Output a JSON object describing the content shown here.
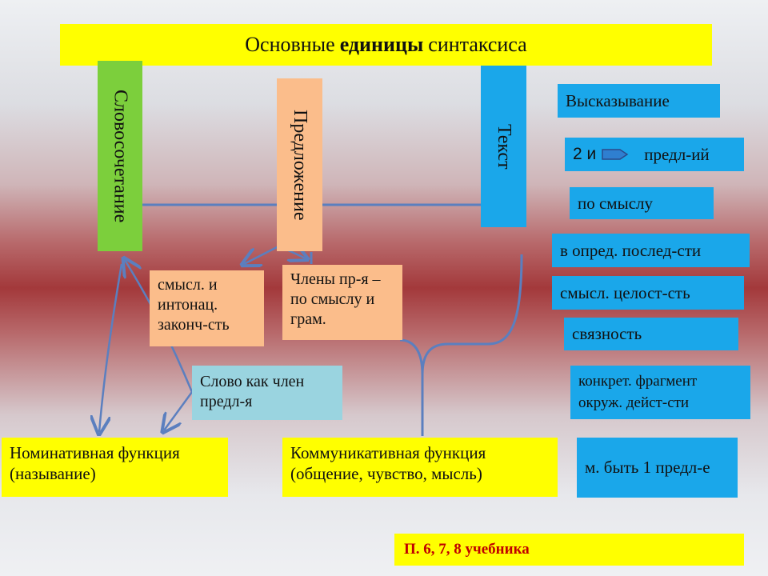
{
  "title": {
    "prefix": "Основные",
    "bold": "единицы",
    "suffix": "синтаксиса"
  },
  "units": {
    "phrase": "Словосочетание",
    "sentence": "Предложение",
    "text": "Текст"
  },
  "sentence_features": {
    "completeness": "смысл. и интонац. законч-сть",
    "members": "Члены пр-я – по смыслу и грам."
  },
  "phrase_feature": "Слово как член предл-я",
  "functions": {
    "nominative": "Номинативная функция (называние)",
    "communicative": "Коммуникативная функция (общение, чувство, мысль)"
  },
  "text_features": [
    "Высказывание",
    "2 и",
    "предл-ий",
    "по смыслу",
    "в опред. послед-сти",
    "смысл. целост-сть",
    "связность",
    "конкрет. фрагмент окруж. дейст-сти",
    "м. быть 1 предл-е"
  ],
  "reference": "П. 6, 7, 8 учебника",
  "colors": {
    "yellow": "#ffff00",
    "green": "#7ccf3c",
    "peach": "#fbbd8b",
    "blue": "#1aa7ea",
    "lightblue": "#9ad4e0",
    "connector": "#5b7fbf",
    "reference_text": "#c00000"
  }
}
